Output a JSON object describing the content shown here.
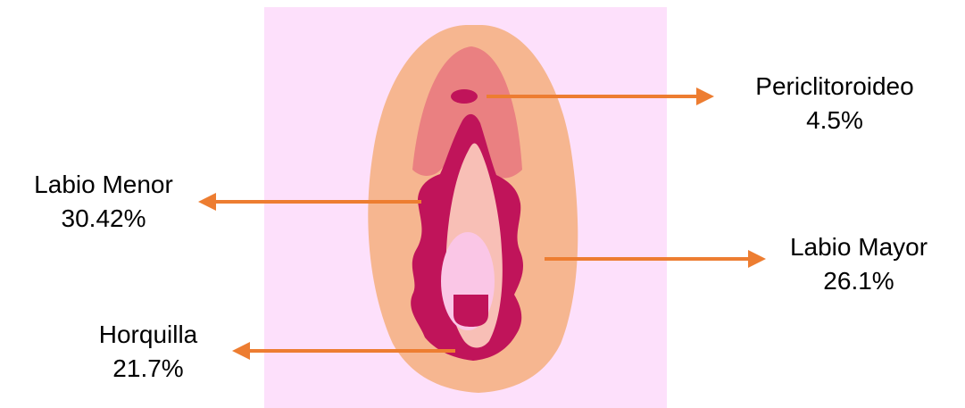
{
  "colors": {
    "background_panel": "#fde0fb",
    "outer_skin": "#f6b690",
    "inner_labia": "#ea8081",
    "minor_labia": "#c0145a",
    "vestibule": "#f8bfb6",
    "opening": "#fac6e6",
    "arrow": "#ed7d31"
  },
  "labels": {
    "periclitoroideo": {
      "name": "Periclitoroideo",
      "value": "4.5%"
    },
    "labio_menor": {
      "name": "Labio Menor",
      "value": "30.42%"
    },
    "labio_mayor": {
      "name": "Labio Mayor",
      "value": "26.1%"
    },
    "horquilla": {
      "name": "Horquilla",
      "value": "21.7%"
    }
  }
}
